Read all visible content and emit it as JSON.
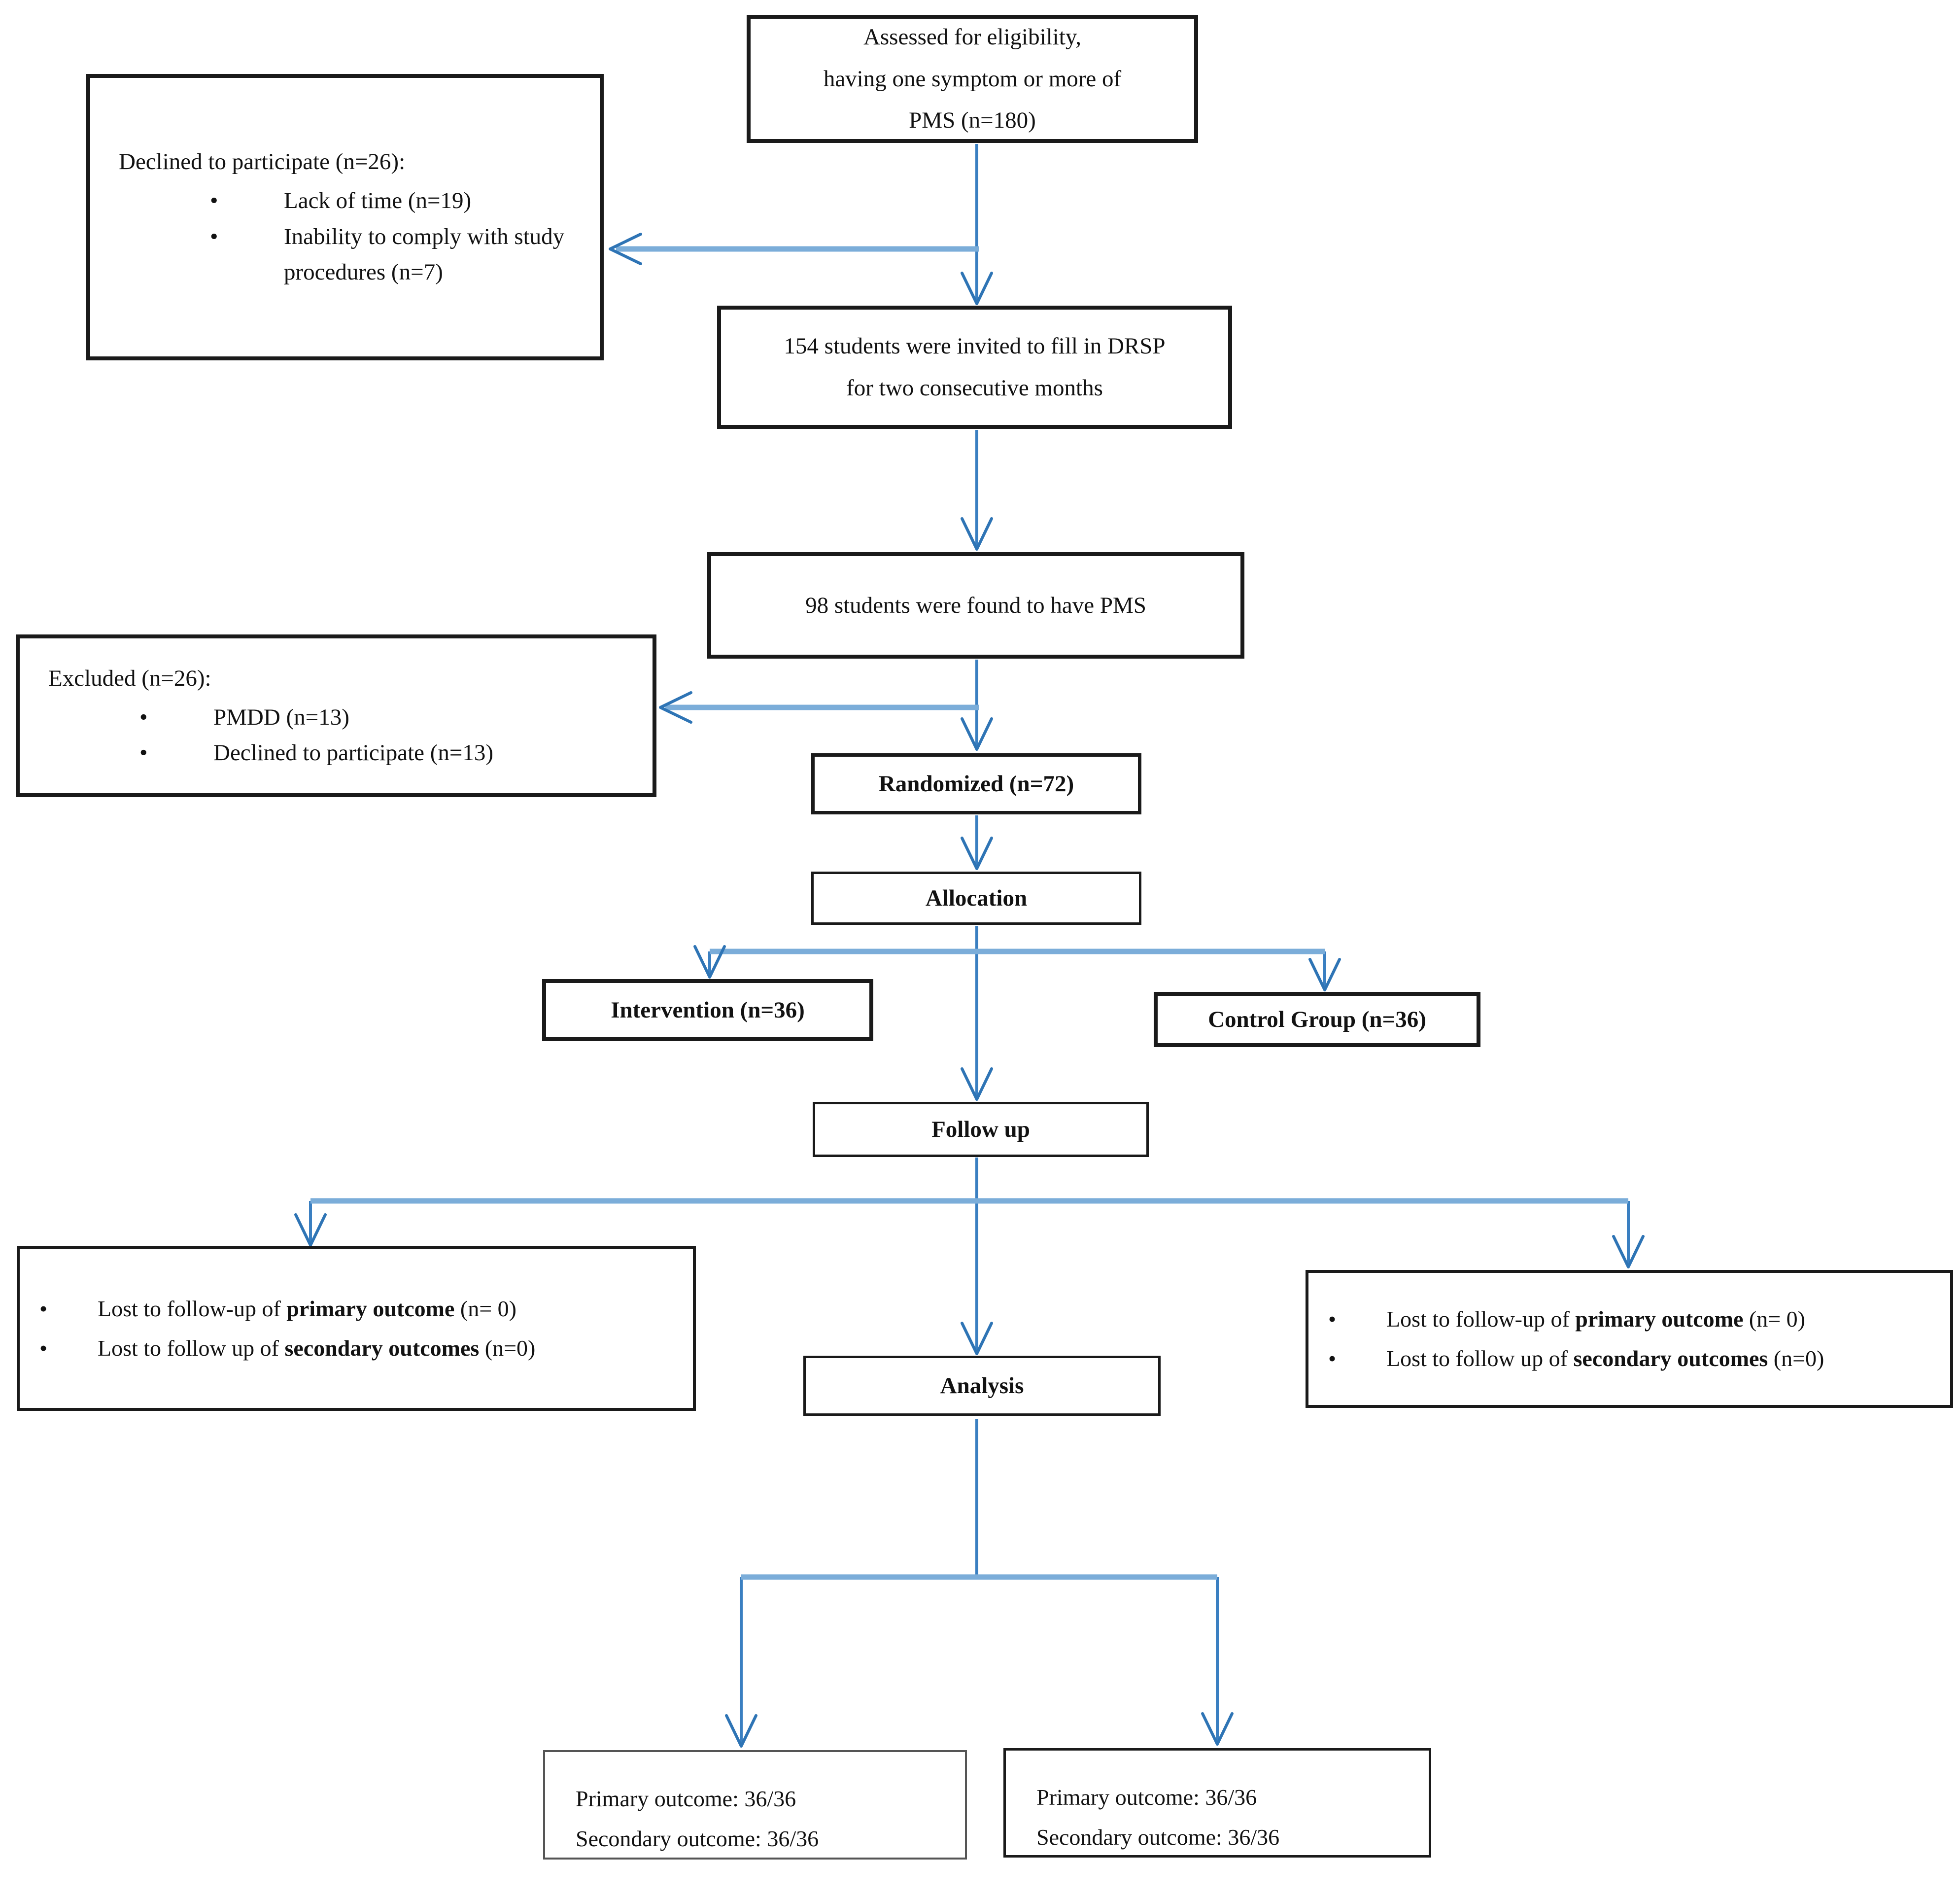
{
  "bullet": "•",
  "colors": {
    "arrow_thin": "#3a7fc1",
    "arrow_thick": "#7badd9",
    "arrow_head": "#2e74b5",
    "box_border": "#1a1a1a",
    "box_border_light": "#555555",
    "text": "#121212",
    "page_bg": "#ffffff"
  },
  "diagram": {
    "assessed": {
      "lines": [
        "Assessed for eligibility,",
        "having one symptom or more of",
        "PMS (n=180)"
      ]
    },
    "declined": {
      "title": "Declined to participate (n=26):",
      "bullets": [
        "Lack of time (n=19)",
        "Inability to comply with study procedures (n=7)"
      ]
    },
    "invited": {
      "lines": [
        "154 students were invited to fill in DRSP",
        "for two consecutive months"
      ]
    },
    "pms_found": {
      "label": "98 students were found to have PMS"
    },
    "excluded": {
      "title": "Excluded (n=26):",
      "bullets": [
        "PMDD (n=13)",
        "Declined to participate (n=13)"
      ]
    },
    "randomized": {
      "label": "Randomized (n=72)"
    },
    "allocation": {
      "label": "Allocation"
    },
    "intervention": {
      "label": "Intervention (n=36)"
    },
    "control": {
      "label": "Control Group (n=36)"
    },
    "followup": {
      "label": "Follow up"
    },
    "lost_left": {
      "items": [
        {
          "pre": "Lost to follow-up of ",
          "bold": "primary outcome",
          "post": " (n= 0)"
        },
        {
          "pre": "Lost to follow up of ",
          "bold": "secondary outcomes",
          "post": " (n=0)"
        }
      ]
    },
    "lost_right": {
      "items": [
        {
          "pre": "Lost to follow-up of ",
          "bold": "primary outcome",
          "post": " (n= 0)"
        },
        {
          "pre": "Lost to follow up of ",
          "bold": "secondary outcomes",
          "post": " (n=0)"
        }
      ]
    },
    "analysis": {
      "label": "Analysis"
    },
    "outcome_left": {
      "lines": [
        "Primary outcome: 36/36",
        "Secondary outcome: 36/36"
      ]
    },
    "outcome_right": {
      "lines": [
        "Primary outcome: 36/36",
        "Secondary outcome: 36/36"
      ]
    }
  }
}
